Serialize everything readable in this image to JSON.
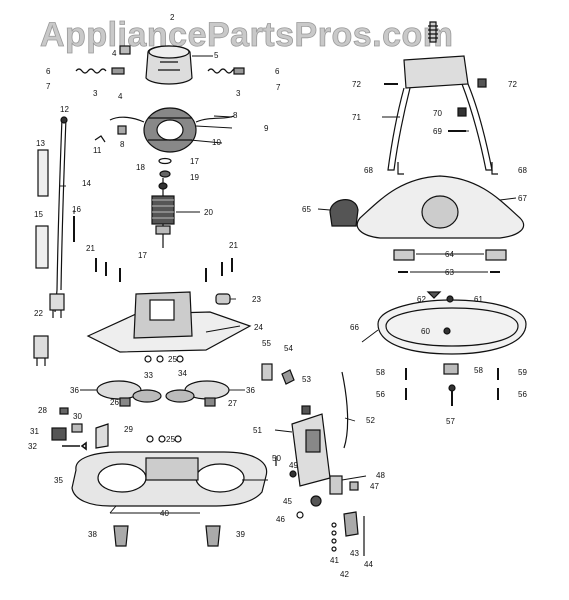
{
  "watermark": "AppliancePartsPros.com",
  "callouts": {
    "c2": "2",
    "c3": "3",
    "c4": "4",
    "c5": "5",
    "c6": "6",
    "c7": "7",
    "c8": "8",
    "c9": "9",
    "c10": "10",
    "c11": "11",
    "c12": "12",
    "c13": "13",
    "c14": "14",
    "c15": "15",
    "c16": "16",
    "c17": "17",
    "c18": "18",
    "c19": "19",
    "c20": "20",
    "c21": "21",
    "c22": "22",
    "c23": "23",
    "c24": "24",
    "c25": "25",
    "c26": "26",
    "c27": "27",
    "c28": "28",
    "c29": "29",
    "c30": "30",
    "c31": "31",
    "c32": "32",
    "c33": "33",
    "c34": "34",
    "c35": "35",
    "c36": "36",
    "c38": "38",
    "c39": "39",
    "c40": "40",
    "c41": "41",
    "c42": "42",
    "c43": "43",
    "c44": "44",
    "c45": "45",
    "c46": "46",
    "c47": "47",
    "c48": "48",
    "c49": "49",
    "c50": "50",
    "c51": "51",
    "c52": "52",
    "c53": "53",
    "c54": "54",
    "c55": "55",
    "c56": "56",
    "c57": "57",
    "c58": "58",
    "c59": "59",
    "c60": "60",
    "c61": "61",
    "c62": "62",
    "c63": "63",
    "c64": "64",
    "c65": "65",
    "c66": "66",
    "c67": "67",
    "c68": "68",
    "c69": "69",
    "c70": "70",
    "c71": "71",
    "c72": "72"
  }
}
